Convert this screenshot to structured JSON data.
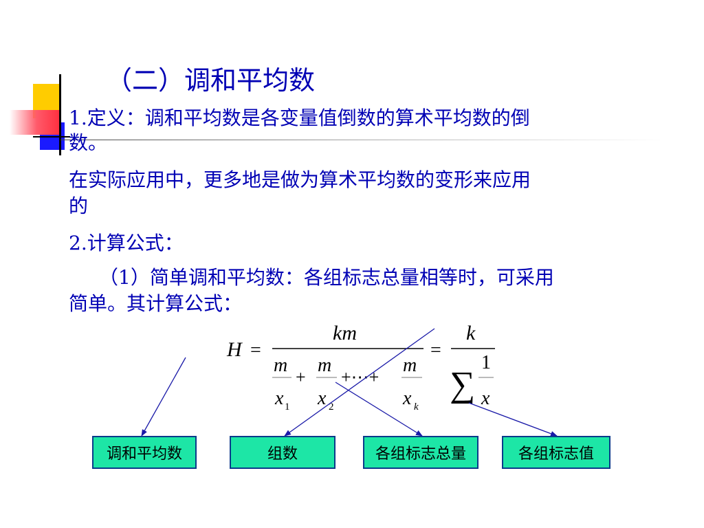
{
  "title": "（二）调和平均数",
  "definition": {
    "line1": "1.定义：调和平均数是各变量值倒数的算术平均数的倒",
    "line2": "数。"
  },
  "application": {
    "line1": "在实际应用中，更多地是做为算术平均数的变形来应用",
    "line2": "的"
  },
  "formula_heading": "2.计算公式：",
  "simple": {
    "line1": "（1）简单调和平均数：各组标志总量相等时，可采用",
    "line2": "简单。其计算公式："
  },
  "formula": {
    "H": "H",
    "eq": "=",
    "km": "km",
    "k": "k",
    "m": "m",
    "x": "x",
    "sub1": "1",
    "sub2": "2",
    "subk": "k",
    "one": "1",
    "plus": "+",
    "plus_dots": "+⋯+",
    "sigma": "∑"
  },
  "boxes": {
    "harmonic_mean": "调和平均数",
    "group_count": "组数",
    "group_total": "各组标志总量",
    "group_value": "各组标志值"
  },
  "colors": {
    "text": "#0000b4",
    "box_fill": "#1de6a6",
    "arrow": "#1a1aa8"
  }
}
